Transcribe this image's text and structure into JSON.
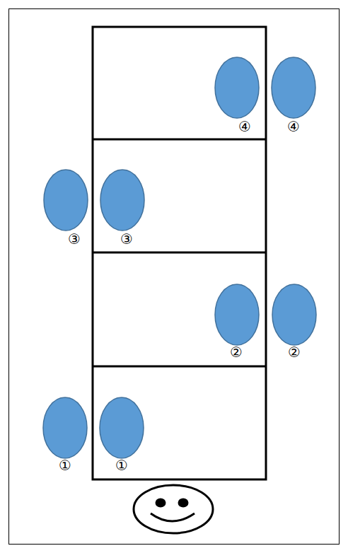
{
  "diagram": {
    "labels": [
      "④",
      "④",
      "③",
      "③",
      "②",
      "②",
      "①",
      "①"
    ]
  }
}
